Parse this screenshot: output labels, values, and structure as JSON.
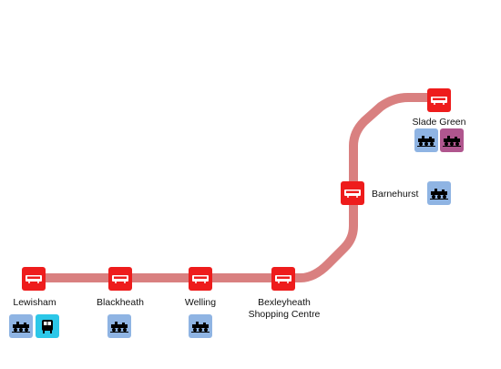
{
  "colors": {
    "route_line": "#d98080",
    "stop_marker": "#ee1c1c",
    "national_rail": "#8fb4e3",
    "overground": "#b0568e",
    "dlr": "#2cc7e8"
  },
  "route": {
    "mode_icon": "bus-icon",
    "stops": [
      {
        "name": "Lewisham",
        "interchanges": [
          "train-icon",
          "dlr-icon"
        ]
      },
      {
        "name": "Blackheath",
        "interchanges": [
          "train-icon"
        ]
      },
      {
        "name": "Welling",
        "interchanges": [
          "train-icon"
        ]
      },
      {
        "name": "Bexleyheath",
        "name_line2": "Shopping Centre",
        "interchanges": []
      },
      {
        "name": "Barnehurst",
        "interchanges": [
          "train-icon"
        ]
      },
      {
        "name": "Slade Green",
        "interchanges": [
          "train-icon",
          "overground-train-icon"
        ]
      }
    ]
  }
}
